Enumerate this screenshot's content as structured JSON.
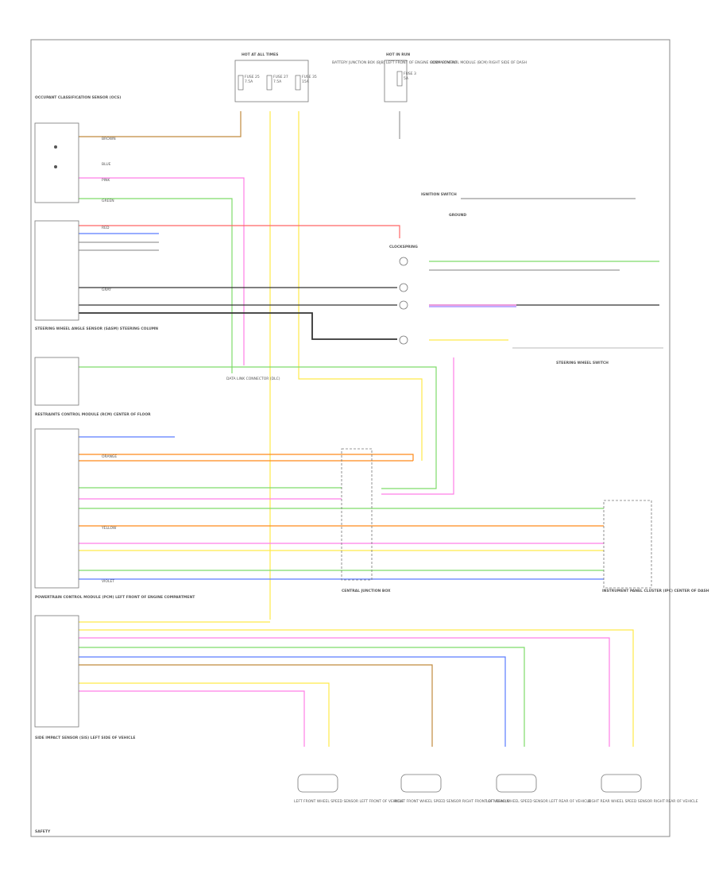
{
  "diagram": {
    "footer_code": "SAFETY",
    "fuse_boxes": [
      {
        "id": "fb1",
        "header": "HOT AT ALL TIMES",
        "fuses": [
          {
            "name": "FUSE 25",
            "amps": "7.5A"
          },
          {
            "name": "FUSE 27",
            "amps": "7.5A"
          },
          {
            "name": "FUSE 35",
            "amps": "15A"
          }
        ]
      },
      {
        "id": "fb2",
        "header": "HOT IN RUN",
        "fuses": [
          {
            "name": "FUSE 3",
            "amps": "5A"
          }
        ]
      }
    ],
    "notes": {
      "battery_junction": "BATTERY JUNCTION BOX (BJB) LEFT FRONT OF ENGINE COMPARTMENT",
      "body_control": "BODY CONTROL MODULE (BCM) RIGHT SIDE OF DASH",
      "obd": "DATA LINK CONNECTOR (DLC)",
      "ground": "GROUND"
    },
    "left_modules": [
      {
        "id": "occupant",
        "title": "OCCUPANT CLASSIFICATION SENSOR (OCS)"
      },
      {
        "id": "steering",
        "title": "STEERING WHEEL ANGLE SENSOR (SASM) STEERING COLUMN"
      },
      {
        "id": "restraints",
        "title": "RESTRAINTS CONTROL MODULE (RCM) CENTER OF FLOOR"
      },
      {
        "id": "powertrain",
        "title": "POWERTRAIN CONTROL MODULE (PCM) LEFT FRONT OF ENGINE COMPARTMENT"
      },
      {
        "id": "sensor",
        "title": "SIDE IMPACT SENSOR (SIS) LEFT SIDE OF VEHICLE"
      }
    ],
    "right_labels": {
      "ignition": "IGNITION SWITCH",
      "clockspring": "CLOCKSPRING",
      "switch": "STEERING WHEEL SWITCH",
      "junction": "CENTRAL JUNCTION BOX",
      "connector_bottom": "INSTRUMENT PANEL CLUSTER (IPC) CENTER OF DASH"
    },
    "sensors": [
      {
        "id": "s1",
        "title": "LEFT FRONT WHEEL SPEED SENSOR LEFT FRONT OF VEHICLE"
      },
      {
        "id": "s2",
        "title": "RIGHT FRONT WHEEL SPEED SENSOR RIGHT FRONT OF VEHICLE"
      },
      {
        "id": "s3",
        "title": "LEFT REAR WHEEL SPEED SENSOR LEFT REAR OF VEHICLE"
      },
      {
        "id": "s4",
        "title": "RIGHT REAR WHEEL SPEED SENSOR RIGHT REAR OF VEHICLE"
      }
    ],
    "wire_colors": {
      "brown": "BROWN",
      "blue": "BLUE",
      "green": "GREEN",
      "pink": "PINK",
      "yellow": "YELLOW",
      "orange": "ORANGE",
      "red": "RED",
      "violet": "VIOLET",
      "gray": "GRAY"
    },
    "colors": {
      "brown": "#c08a3e",
      "yellow": "#ffe94a",
      "pink": "#ff7fe6",
      "green": "#7fdc6a",
      "red": "#ff6666",
      "blue": "#5a7cff",
      "orange": "#ff8a1a",
      "violet": "#9a7cff",
      "gray": "#9a9a9a",
      "dark": "#333333",
      "teal": "#66c0c0"
    }
  }
}
